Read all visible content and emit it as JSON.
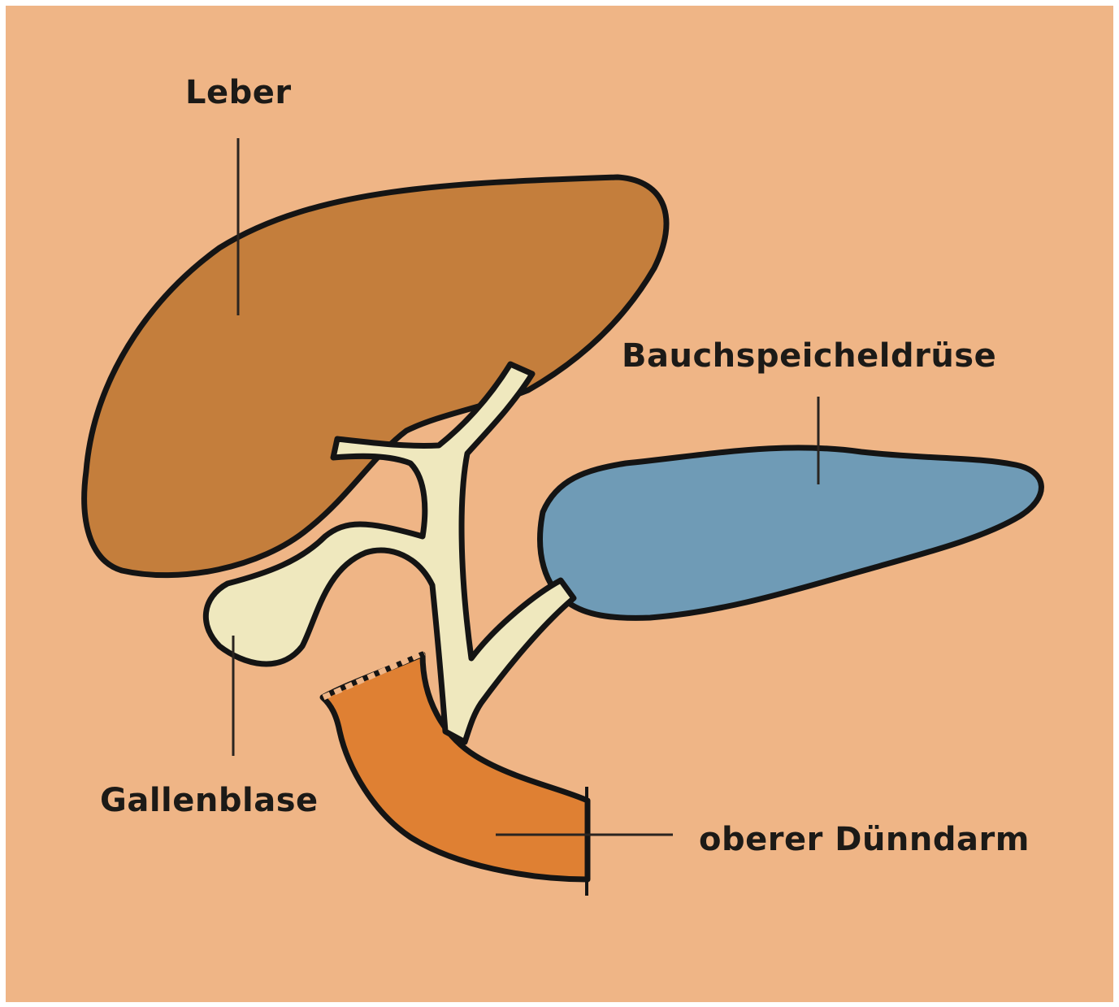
{
  "labels": {
    "liver": "Leber",
    "pancreas": "Bauchspeicheldrüse",
    "gallbladder": "Gallenblase",
    "small_intestine": "oberer Dünndarm"
  },
  "colors": {
    "background": "#efb586",
    "liver": "#c47e3c",
    "pancreas": "#6f9bb6",
    "gallbladder_ducts": "#efe8be",
    "small_intestine": "#df8033",
    "outline": "#141414"
  }
}
